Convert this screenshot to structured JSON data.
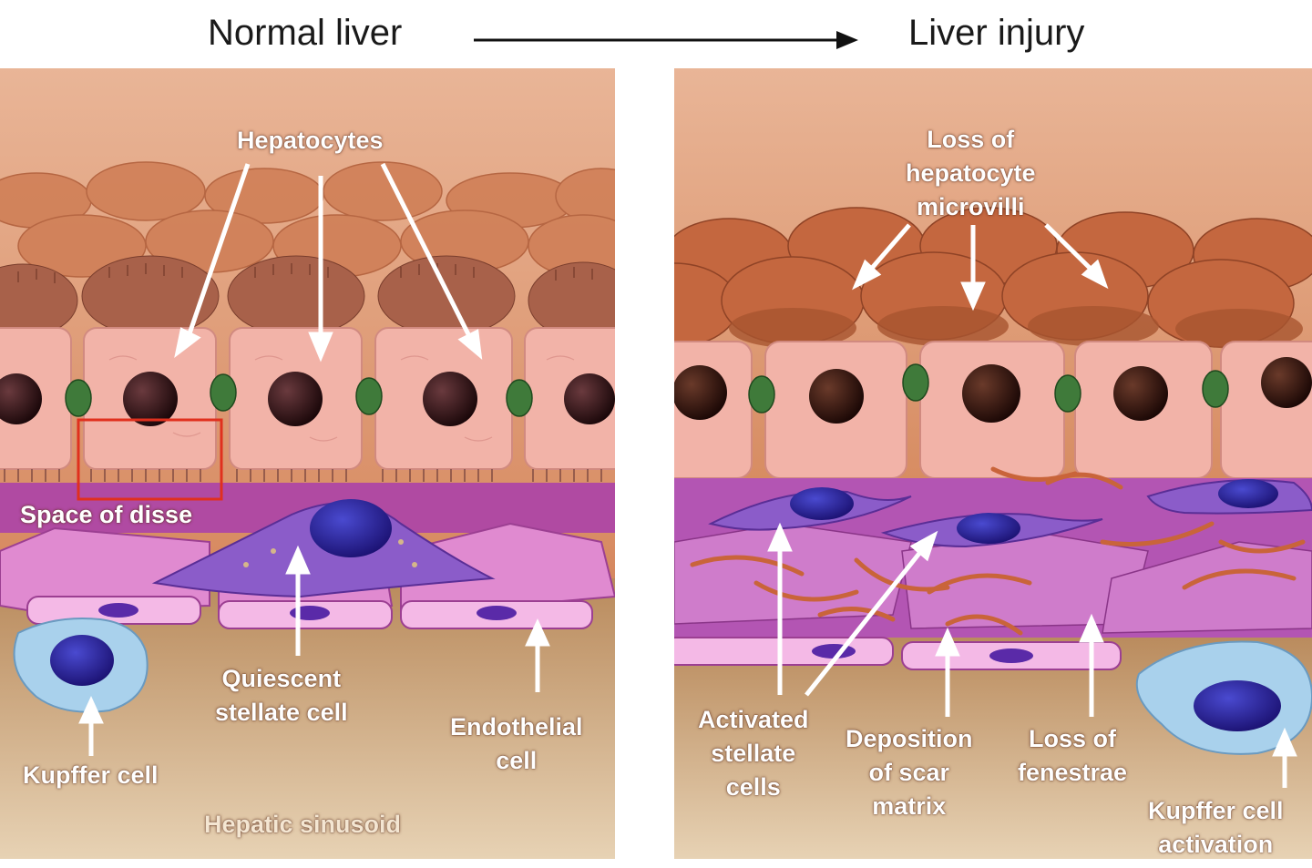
{
  "header": {
    "left_title": "Normal liver",
    "right_title": "Liver injury"
  },
  "left_panel": {
    "labels": {
      "hepatocytes": "Hepatocytes",
      "space_of_disse": "Space of disse",
      "quiescent_stellate": [
        "Quiescent",
        "stellate cell"
      ],
      "endothelial": [
        "Endothelial",
        "cell"
      ],
      "kupffer": "Kupffer cell",
      "hepatic_sinusoid": "Hepatic sinusoid"
    }
  },
  "right_panel": {
    "labels": {
      "loss_microvilli": [
        "Loss of",
        "hepatocyte",
        "microvilli"
      ],
      "activated_stellate": [
        "Activated",
        "stellate",
        "cells"
      ],
      "deposition_scar": [
        "Deposition",
        "of scar",
        "matrix"
      ],
      "loss_fenestrae": [
        "Loss of",
        "fenestrae"
      ],
      "kupffer_activation": [
        "Kupffer cell",
        "activation"
      ]
    }
  },
  "colors": {
    "tissue_top": "#d9906a",
    "hepatocyte": "#f2b3a8",
    "nucleus": "#2a0f12",
    "endothelial": "#d97bc8",
    "stellate": "#8b5cc9",
    "kupffer": "#a9d1ec",
    "sinusoid": "#c9a77c",
    "collagen": "#c9643a",
    "highlight_box": "#e0301e"
  }
}
